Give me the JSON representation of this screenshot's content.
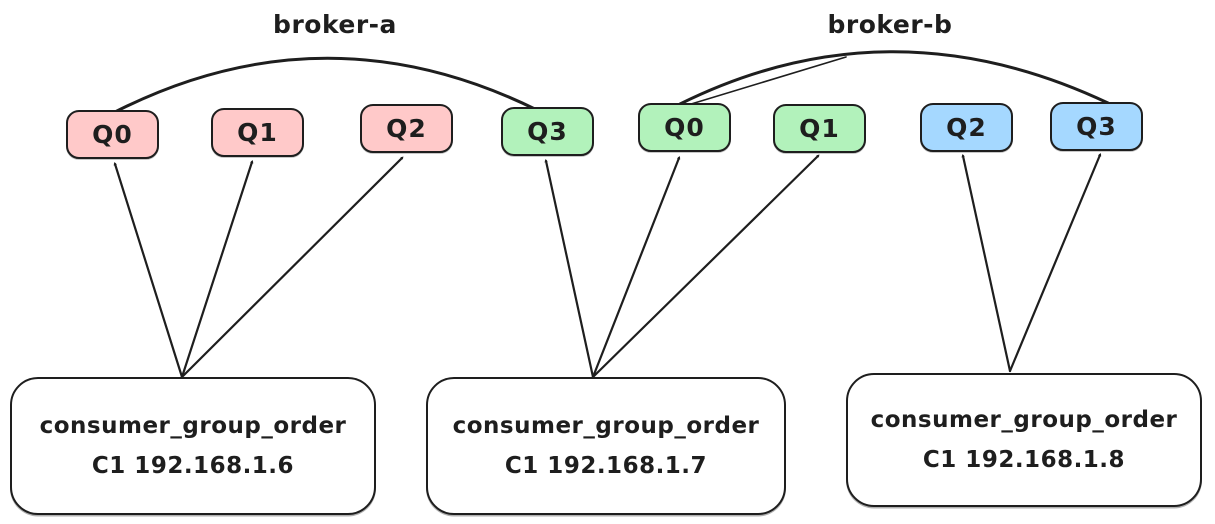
{
  "diagram": {
    "brokers": [
      {
        "label": "broker-a"
      },
      {
        "label": "broker-b"
      }
    ],
    "queues": [
      {
        "label": "Q0",
        "broker": "broker-a",
        "fill": "#ffc9c9"
      },
      {
        "label": "Q1",
        "broker": "broker-a",
        "fill": "#ffc9c9"
      },
      {
        "label": "Q2",
        "broker": "broker-a",
        "fill": "#ffc9c9"
      },
      {
        "label": "Q3",
        "broker": "broker-a",
        "fill": "#b2f2bb"
      },
      {
        "label": "Q0",
        "broker": "broker-b",
        "fill": "#b2f2bb"
      },
      {
        "label": "Q1",
        "broker": "broker-b",
        "fill": "#b2f2bb"
      },
      {
        "label": "Q2",
        "broker": "broker-b",
        "fill": "#a5d8ff"
      },
      {
        "label": "Q3",
        "broker": "broker-b",
        "fill": "#a5d8ff"
      }
    ],
    "consumers": [
      {
        "group": "consumer_group_order",
        "instance": "C1 192.168.1.6"
      },
      {
        "group": "consumer_group_order",
        "instance": "C1 192.168.1.7"
      },
      {
        "group": "consumer_group_order",
        "instance": "C1 192.168.1.8"
      }
    ],
    "connections": [
      {
        "from": "consumer C1 192.168.1.6",
        "to": "broker-a Q0"
      },
      {
        "from": "consumer C1 192.168.1.6",
        "to": "broker-a Q1"
      },
      {
        "from": "consumer C1 192.168.1.6",
        "to": "broker-a Q2"
      },
      {
        "from": "consumer C1 192.168.1.7",
        "to": "broker-a Q3"
      },
      {
        "from": "consumer C1 192.168.1.7",
        "to": "broker-b Q0"
      },
      {
        "from": "consumer C1 192.168.1.7",
        "to": "broker-b Q1"
      },
      {
        "from": "consumer C1 192.168.1.8",
        "to": "broker-b Q2"
      },
      {
        "from": "consumer C1 192.168.1.8",
        "to": "broker-b Q3"
      }
    ],
    "colors": {
      "stroke": "#1e1e1e",
      "partition_pink": "#ffc9c9",
      "partition_green": "#b2f2bb",
      "partition_blue": "#a5d8ff",
      "background": "#ffffff"
    }
  }
}
